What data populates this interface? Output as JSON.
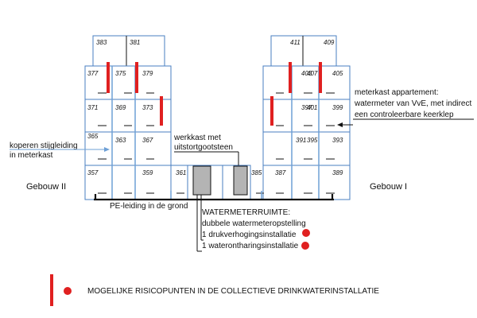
{
  "colors": {
    "grid": "#4a7fc1",
    "risk": "#e02020",
    "line": "#111111",
    "meter_fill": "#b4b4b4",
    "stub": "#555555"
  },
  "units": {
    "u383": "383",
    "u381": "381",
    "u411": "411",
    "u409": "409",
    "u377": "377",
    "u375": "375",
    "u379": "379",
    "u403": "403",
    "u407": "407",
    "u405": "405",
    "u371": "371",
    "u369": "369",
    "u373": "373",
    "u397": "397",
    "u401": "401",
    "u399": "399",
    "u365": "365",
    "u363": "363",
    "u367": "367",
    "u391": "391",
    "u395": "395",
    "u393": "393",
    "u357": "357",
    "u359": "359",
    "u361": "361",
    "u385": "385",
    "u387": "387",
    "u389": "389"
  },
  "buildings": {
    "left": "Gebouw II",
    "right": "Gebouw I"
  },
  "callouts": {
    "riser_line1": "koperen stijgleiding",
    "riser_line2": "in meterkast",
    "workcloset_line1": "werkkast met",
    "workcloset_line2": "uitstortgootsteen",
    "meterbox_line1": "meterkast appartement:",
    "meterbox_line2": "watermeter van VvE, met indirect",
    "meterbox_line3": "een controleerbare keerklep",
    "pe_pipe": "PE-leiding in de grond",
    "room_title": "WATERMETERRUIMTE:",
    "room_line1": "dubbele watermeteropstelling",
    "room_line2": "1 drukverhogingsinstallatie",
    "room_line3": "1 waterontharingsinstallatie"
  },
  "legend": {
    "text": "MOGELIJKE RISICOPUNTEN IN DE COLLECTIEVE DRINKWATERINSTALLATIE"
  }
}
